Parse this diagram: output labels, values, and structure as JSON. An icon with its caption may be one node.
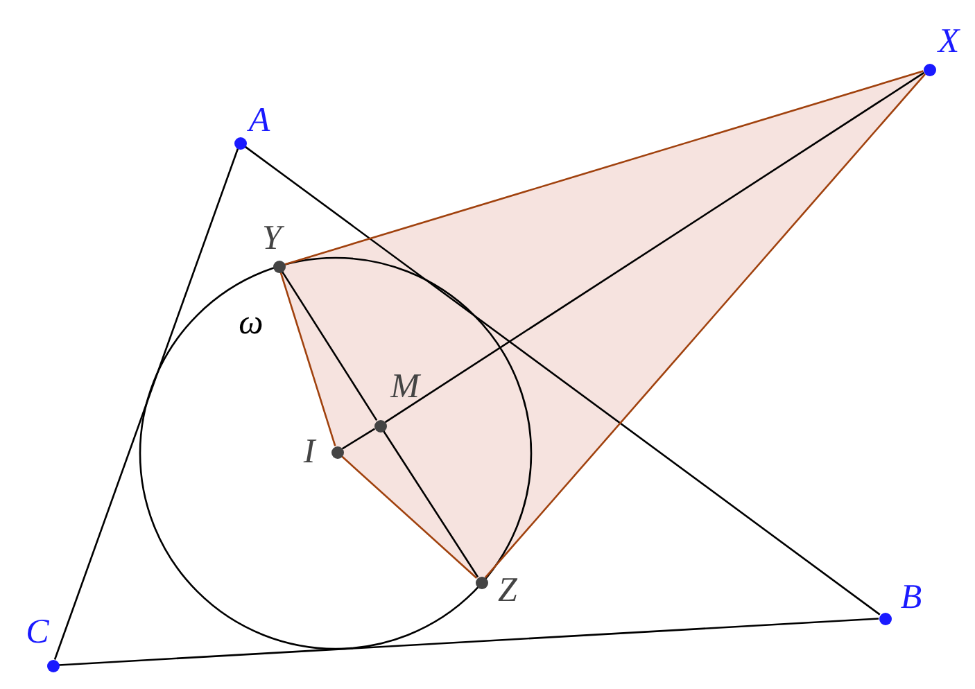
{
  "diagram": {
    "nodes": [
      {
        "text": [
          "A"
        ]
      },
      {
        "text": [
          "B"
        ]
      },
      {
        "text": [
          "C"
        ]
      },
      {
        "text": [
          "X"
        ]
      },
      {
        "text": [
          "Y"
        ]
      },
      {
        "text": [
          "Z"
        ]
      },
      {
        "text": [
          "M"
        ]
      },
      {
        "text": [
          "I"
        ]
      }
    ],
    "labels": [
      "ω"
    ],
    "edges": [
      {
        "from": 0,
        "to": 1,
        "arrow": "none"
      },
      {
        "from": 0,
        "to": 2,
        "arrow": "none"
      },
      {
        "from": 2,
        "to": 1,
        "arrow": "none"
      },
      {
        "from": 3,
        "to": 4,
        "arrow": "none",
        "color": "#a0410d"
      },
      {
        "from": 3,
        "to": 5,
        "arrow": "none",
        "color": "#a0410d"
      },
      {
        "from": 4,
        "to": 7,
        "arrow": "none",
        "color": "#a0410d"
      },
      {
        "from": 7,
        "to": 5,
        "arrow": "none",
        "color": "#a0410d"
      },
      {
        "from": 4,
        "to": 6,
        "arrow": "none"
      },
      {
        "from": 6,
        "to": 5,
        "arrow": "none"
      },
      {
        "from": 7,
        "to": 6,
        "arrow": "none"
      },
      {
        "from": 6,
        "to": 3,
        "arrow": "none"
      }
    ]
  }
}
